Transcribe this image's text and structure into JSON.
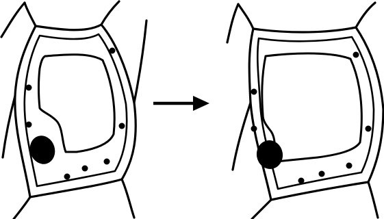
{
  "figure": {
    "panels": [
      {
        "id": "before"
      },
      {
        "id": "after"
      }
    ],
    "transition": {
      "direction": "left-to-right",
      "icon": "arrow-right-icon"
    },
    "colors": {
      "ink": "#000000",
      "background": "#ffffff"
    }
  }
}
